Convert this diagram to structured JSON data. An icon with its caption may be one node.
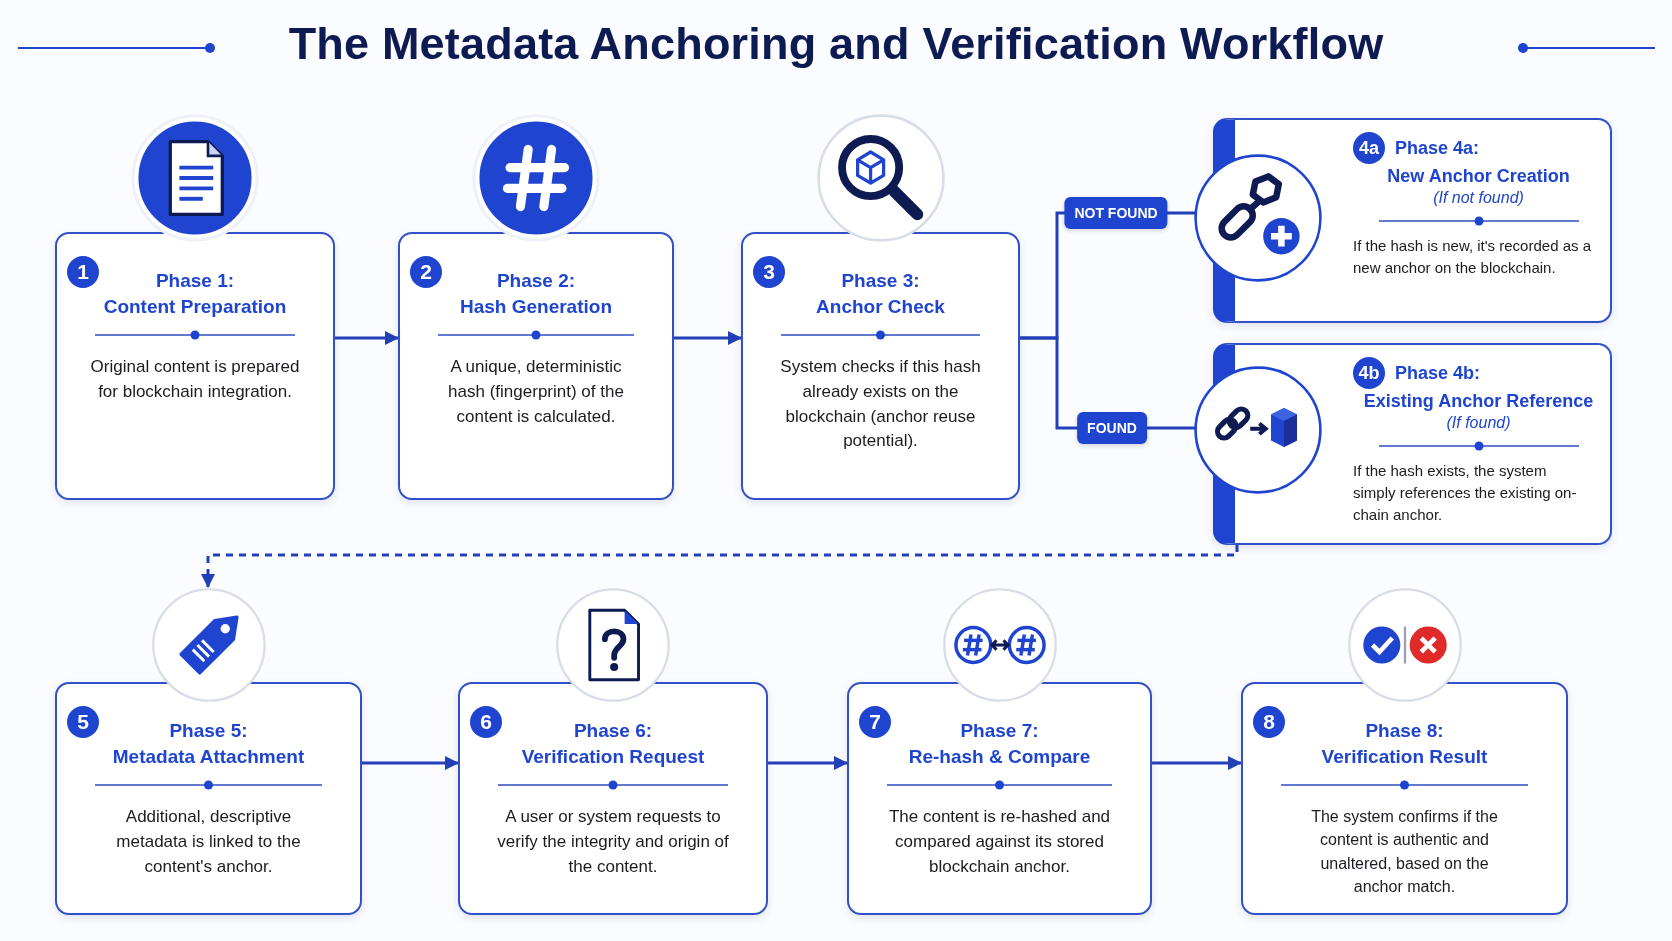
{
  "diagram": {
    "title": "The Metadata Anchoring and Verification Workflow",
    "nodes": [
      {
        "text": [
          "1",
          "Phase 1:",
          "Content Preparation",
          "Original content is prepared for blockchain integration."
        ]
      },
      {
        "text": [
          "2",
          "Phase 2:",
          "Hash Generation",
          "A unique, deterministic hash (fingerprint) of the content is calculated."
        ]
      },
      {
        "text": [
          "3",
          "Phase 3:",
          "Anchor Check",
          "System checks if this hash already exists on the blockchain (anchor reuse potential)."
        ]
      },
      {
        "text": [
          "4a",
          "Phase 4a:",
          "New Anchor Creation",
          "(If not found)",
          "If the hash is new, it's recorded as a new anchor on the blockchain."
        ]
      },
      {
        "text": [
          "4b",
          "Phase 4b:",
          "Existing Anchor Reference",
          "(If found)",
          "If the hash exists, the system simply references the existing on-chain anchor."
        ]
      },
      {
        "text": [
          "5",
          "Phase 5:",
          "Metadata Attachment",
          "Additional, descriptive metadata is linked to the content's anchor."
        ]
      },
      {
        "text": [
          "6",
          "Phase 6:",
          "Verification Request",
          "A user or system requests to verify the integrity and origin of the content."
        ]
      },
      {
        "text": [
          "7",
          "Phase 7:",
          "Re-hash & Compare",
          "The content is re-hashed and compared against its stored blockchain anchor."
        ]
      },
      {
        "text": [
          "8",
          "Phase 8:",
          "Verification Result",
          "The system confirms if the content is authentic and unaltered, based on the anchor match."
        ]
      }
    ],
    "edges": [
      {
        "from": 0,
        "to": 1,
        "arrow": "to"
      },
      {
        "from": 1,
        "to": 2,
        "arrow": "to"
      },
      {
        "from": 2,
        "to": 3,
        "arrow": "to",
        "label": "NOT FOUND"
      },
      {
        "from": 2,
        "to": 4,
        "arrow": "to",
        "label": "FOUND"
      },
      {
        "from": 4,
        "to": 5,
        "arrow": "to",
        "style": "dashed"
      },
      {
        "from": 5,
        "to": 6,
        "arrow": "to"
      },
      {
        "from": 6,
        "to": 7,
        "arrow": "to"
      },
      {
        "from": 7,
        "to": 8,
        "arrow": "to"
      }
    ]
  }
}
